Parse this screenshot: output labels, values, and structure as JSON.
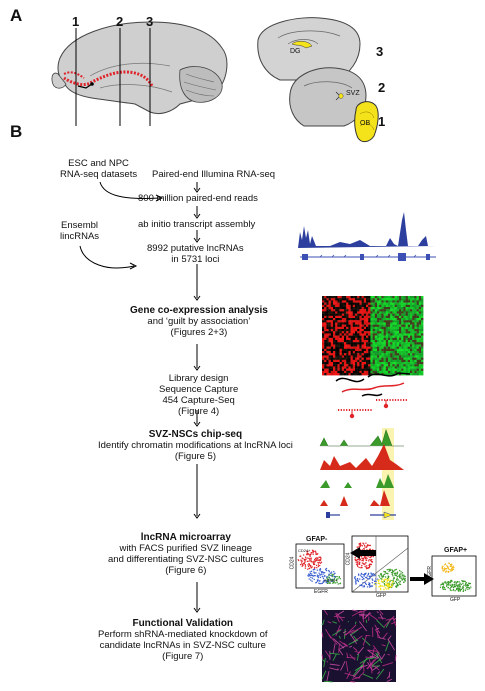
{
  "panels": {
    "a": "A",
    "b": "B"
  },
  "panel_a": {
    "sagittal_lines": [
      "1",
      "2",
      "3"
    ],
    "coronal_sections": [
      "3",
      "2",
      "1"
    ],
    "region_labels": {
      "dg": "DG",
      "svz": "SVZ",
      "ob": "OB"
    }
  },
  "colors": {
    "highlight_yellow": "#f4e21a",
    "lineage_red": "#e0242a",
    "section_gray": "#c8c8c8"
  },
  "flow": {
    "input_left": [
      "ESC and NPC",
      "RNA-seq datasets"
    ],
    "input_right": "Paired-end Illumina RNA-seq",
    "reads": "800 million paired-end reads",
    "ensembl": [
      "Ensembl",
      "lincRNAs"
    ],
    "assembly": "ab initio transcript assembly",
    "putative": [
      "8992 putative lncRNAs",
      "in 5731 loci"
    ],
    "coexpression": {
      "title": "Gene co-expression analysis",
      "lines": [
        "and ‘guilt by association’",
        "(Figures 2+3)"
      ]
    },
    "library": [
      "Library design",
      "Sequence Capture",
      "454 Capture-Seq",
      "(Figure 4)"
    ],
    "chip": {
      "title": "SVZ-NSCs chip-seq",
      "lines": [
        "Identify chromatin modifications at lncRNA loci",
        "(Figure 5)"
      ]
    },
    "microarray": {
      "title": "lncRNA microarray",
      "lines": [
        "with FACS purified SVZ lineage",
        "and differentiating SVZ-NSC cultures",
        "(Figure 6)"
      ]
    },
    "validation": {
      "title": "Functional Validation",
      "lines": [
        "Perform shRNA-mediated knockdown of",
        "candidate lncRNAs in SVZ-NSC culture",
        "(Figure 7)"
      ]
    }
  },
  "facs": {
    "left_title": "GFAP-",
    "right_title": "GFAP+",
    "axis": {
      "cd24": "CD24",
      "egfr": "EGFR",
      "gfp": "GFP"
    },
    "gates": {
      "cd24hi": "CD24+",
      "egfr": "EGFR+"
    }
  }
}
